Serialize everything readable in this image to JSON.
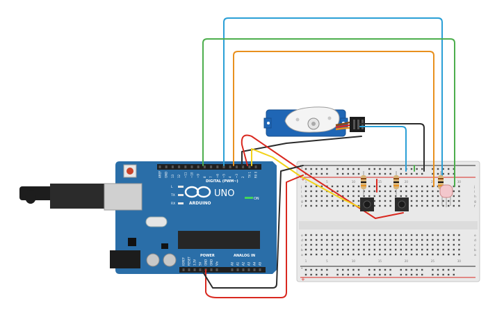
{
  "arduino": {
    "brand": "ARDUINO",
    "model": "UNO",
    "digital_label": "DIGITAL (PWM~)",
    "power_label": "POWER",
    "analog_label": "ANALOG IN",
    "on_label": "ON",
    "led_labels": [
      "L",
      "TX",
      "RX"
    ],
    "digital_pins": [
      "AREF",
      "GND",
      "13",
      "12",
      "~11",
      "~10",
      "~9",
      "8",
      "7",
      "~6",
      "~5",
      "4",
      "~3",
      "2",
      "TX 1",
      "RX 0"
    ],
    "power_pins": [
      "IOREF",
      "RESET",
      "3.3V",
      "5V",
      "GND",
      "GND",
      "Vin"
    ],
    "analog_pins": [
      "A0",
      "A1",
      "A2",
      "A3",
      "A4",
      "A5"
    ]
  },
  "breadboard": {
    "column_numbers": [
      "1",
      "5",
      "10",
      "15",
      "20",
      "25",
      "30"
    ],
    "row_letters_top": [
      "j",
      "i",
      "h",
      "g",
      "f"
    ],
    "row_letters_bottom": [
      "e",
      "d",
      "c",
      "b",
      "a"
    ],
    "rail_plus": "+",
    "rail_minus": "-"
  },
  "colors": {
    "board_blue": "#2a6ea8",
    "board_dark": "#1d5a8e",
    "wire_blue": "#2a9fd6",
    "wire_green": "#4cae4c",
    "wire_orange": "#e8901e",
    "wire_red": "#d9281f",
    "wire_yellow": "#f2d21a",
    "wire_black": "#2b2b2b",
    "servo_blue": "#1f66b5"
  }
}
